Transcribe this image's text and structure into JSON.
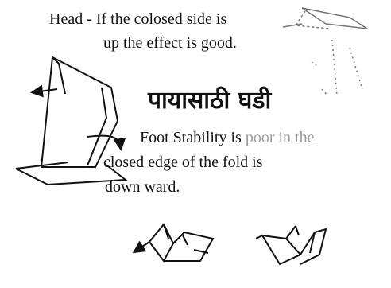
{
  "head_caption": {
    "line1": "Head - If the colosed side is",
    "line2": "up the effect is good."
  },
  "marathi_heading": "पायासाठी घडी",
  "foot_caption": {
    "line1_start": "Foot  Stability is ",
    "line1_faded": "poor in the",
    "line2": "closed edge of the fold is",
    "line3": "down ward."
  },
  "colors": {
    "ink": "#111111",
    "faded_ink": "#9a9a9a"
  }
}
